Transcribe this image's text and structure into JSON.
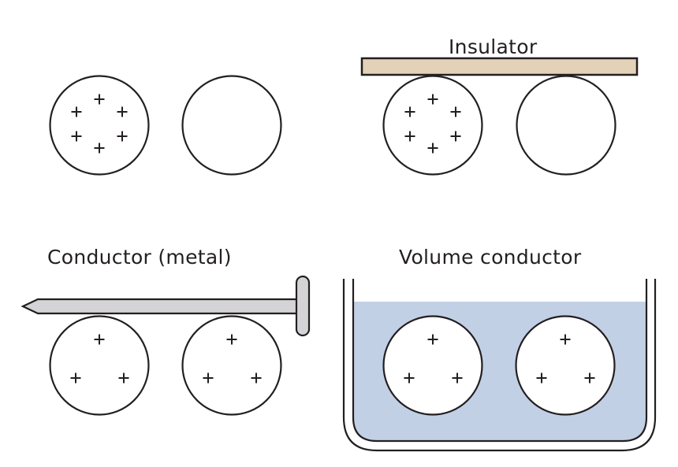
{
  "colors": {
    "stroke": "#231f20",
    "insulator_fill": "#e3d2b8",
    "metal_fill": "#d4d4d6",
    "fluid_fill": "#c2d0e6",
    "cell_fill": "#ffffff"
  },
  "panels": [
    {
      "id": "isolated",
      "label": "",
      "medium": "none",
      "cells": [
        {
          "charges": 6,
          "arrangement": "hexagon"
        },
        {
          "charges": 0,
          "arrangement": "none"
        }
      ]
    },
    {
      "id": "insulator",
      "label": "Insulator",
      "medium": "insulator",
      "cells": [
        {
          "charges": 6,
          "arrangement": "hexagon"
        },
        {
          "charges": 0,
          "arrangement": "none"
        }
      ]
    },
    {
      "id": "conductor",
      "label": "Conductor (metal)",
      "medium": "metal-nail",
      "cells": [
        {
          "charges": 3,
          "arrangement": "triangle"
        },
        {
          "charges": 3,
          "arrangement": "triangle"
        }
      ]
    },
    {
      "id": "volume-conductor",
      "label": "Volume conductor",
      "medium": "fluid-bath",
      "cells": [
        {
          "charges": 3,
          "arrangement": "triangle"
        },
        {
          "charges": 3,
          "arrangement": "triangle"
        }
      ]
    }
  ],
  "charge_symbol": "+"
}
